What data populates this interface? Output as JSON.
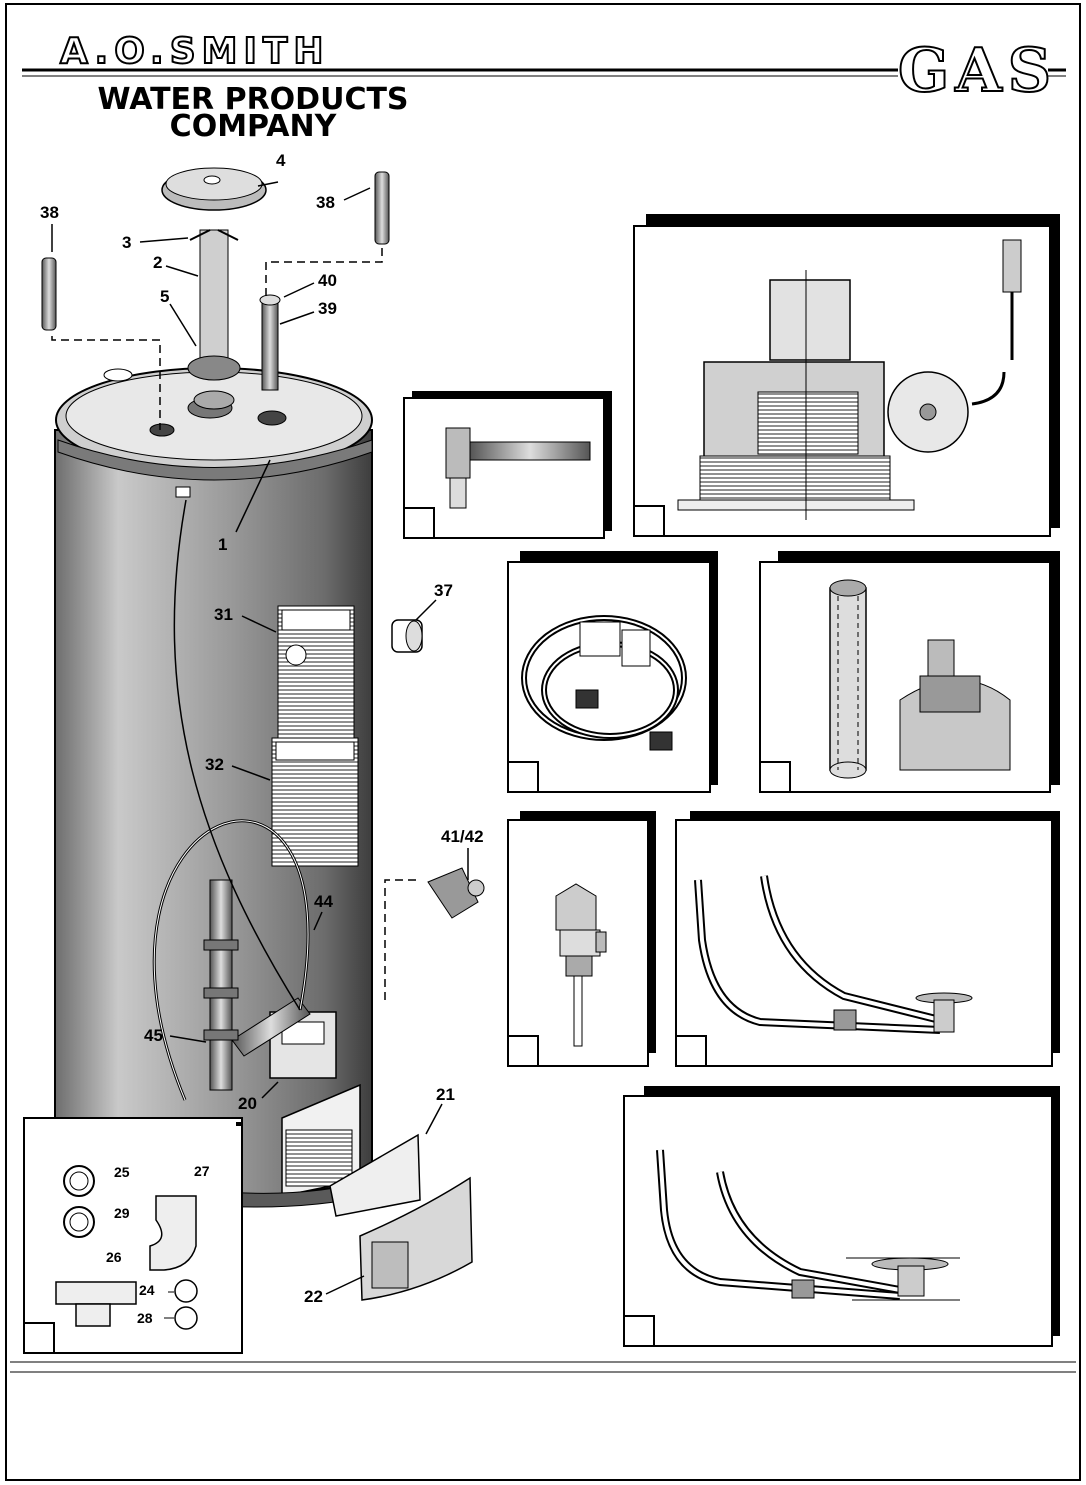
{
  "header": {
    "brand": "A.O.SMITH",
    "company_line1": "WATER PRODUCTS",
    "company_line2": "COMPANY",
    "fuel": "GAS"
  },
  "callouts": {
    "c1": "1",
    "c2": "2",
    "c3": "3",
    "c4": "4",
    "c5": "5",
    "c20": "20",
    "c21": "21",
    "c22": "22",
    "c31": "31",
    "c32": "32",
    "c37": "37",
    "c38a": "38",
    "c38b": "38",
    "c39": "39",
    "c40": "40",
    "c41_42": "41/42",
    "c44": "44",
    "c45": "45"
  },
  "fittings_kit": {
    "c24": "24",
    "c25": "25",
    "c26": "26",
    "c27": "27",
    "c28": "28",
    "c29": "29"
  },
  "insets": [
    {
      "name": "anode-fitting-inset"
    },
    {
      "name": "flue-blower-inset"
    },
    {
      "name": "power-cord-inset"
    },
    {
      "name": "vent-pipe-inset"
    },
    {
      "name": "relief-valve-inset"
    },
    {
      "name": "burner-assembly-inset-a"
    },
    {
      "name": "burner-assembly-inset-b"
    },
    {
      "name": "fittings-kit-inset"
    }
  ],
  "colors": {
    "ink": "#000000",
    "paper": "#ffffff",
    "gray": "#8a8a8a",
    "dark": "#3a3a3a"
  }
}
